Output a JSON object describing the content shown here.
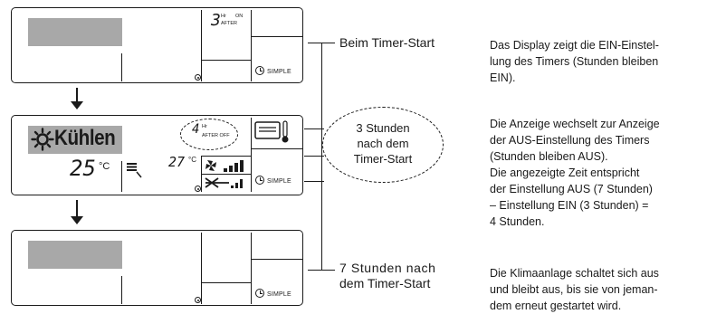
{
  "panel_1": {
    "timer_hours": "3",
    "hr_label": "Hr",
    "on_label": "ON",
    "after_label": "AFTER",
    "mode_label": "SIMPLE"
  },
  "panel_2": {
    "mode_text": "Kühlen",
    "set_temperature": "25",
    "set_temperature_unit": "°C",
    "room_temperature": "27",
    "room_temperature_unit": "°C",
    "timer_hours": "4",
    "hr_label": "Hr",
    "after_off_label": "AFTER OFF",
    "mode_label": "SIMPLE"
  },
  "panel_3": {
    "mode_label": "SIMPLE"
  },
  "timeline": {
    "start_label": "Beim Timer-Start",
    "middle_label_lines": [
      "3 Stunden",
      "nach dem",
      "Timer-Start"
    ],
    "end_label_lines": [
      "7 Stunden nach",
      "dem Timer-Start"
    ]
  },
  "descriptions": {
    "first_lines": [
      "Das Display zeigt die EIN-Einstel-",
      "lung des Timers (Stunden bleiben",
      "EIN)."
    ],
    "second_lines": [
      "Die Anzeige wechselt zur Anzeige",
      "der AUS-Einstellung des Timers",
      "(Stunden bleiben AUS).",
      "Die angezeigte Zeit entspricht",
      "der Einstellung AUS (7 Stunden)",
      "– Einstellung EIN (3 Stunden) =",
      "4 Stunden."
    ],
    "third_lines": [
      "Die Klimaanlage schaltet sich aus",
      "und bleibt aus, bis sie von jeman-",
      "dem erneut gestartet wird."
    ]
  },
  "colors": {
    "lcd_grey": "#a8a8a8",
    "ink": "#1a1a1a"
  }
}
